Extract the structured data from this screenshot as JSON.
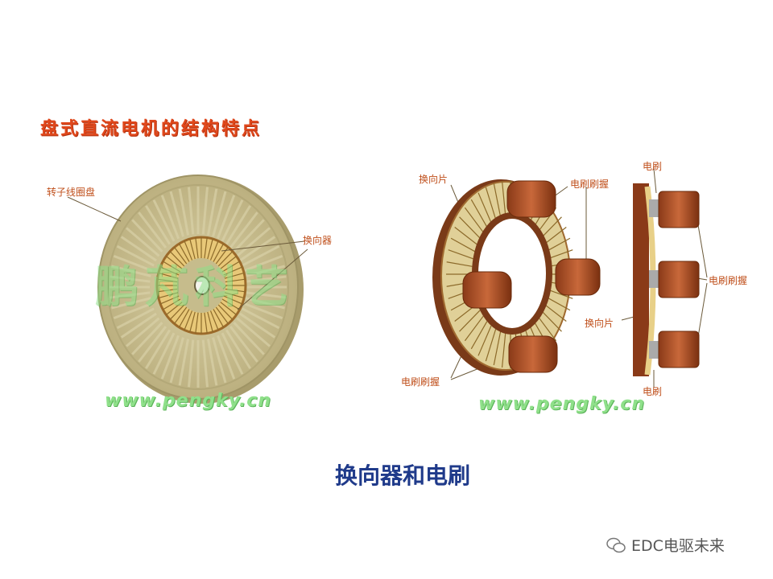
{
  "slide": {
    "title": "盘式直流电机的结构特点",
    "caption": "换向器和电刷",
    "footer": {
      "icon": "wechat-icon",
      "text": "EDC电驱未来"
    }
  },
  "left_figure": {
    "labels": {
      "rotor_disc": "转子线圈盘",
      "commutator": "换向器"
    },
    "watermark_url": "www.pengky.cn",
    "watermark_text": "鹏芃科艺"
  },
  "right_figure": {
    "labels": {
      "segment_top": "换向片",
      "holder_top": "电刷刷握",
      "holder_bottom": "电刷刷握",
      "brush_top": "电刷",
      "holder_side": "电刷刷握",
      "segment_side": "换向片",
      "brush_bottom": "电刷"
    },
    "watermark_url": "www.pengky.cn"
  },
  "colors": {
    "title": "#e0481c",
    "caption": "#1f3a8a",
    "label": "#c0501c",
    "watermark": "#8fe08a",
    "disc": "#c9bf8f",
    "copper": "#b5562a"
  }
}
